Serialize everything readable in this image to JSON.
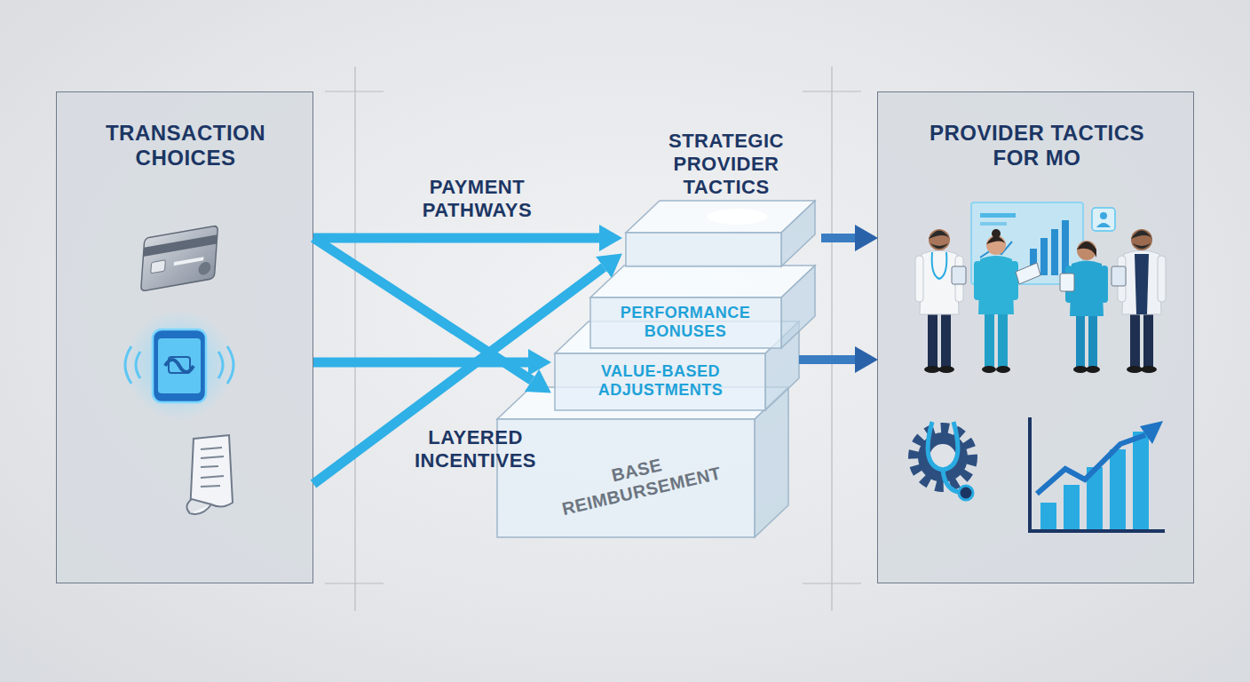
{
  "diagram": {
    "nodes": [
      {
        "text": [
          "TRANSACTION CHOICES"
        ]
      },
      {
        "text": [
          "STRATEGIC PROVIDER TACTICS"
        ]
      },
      {
        "text": [
          "PERFORMANCE BONUSES"
        ]
      },
      {
        "text": [
          "VALUE-BASED ADJUSTMENTS"
        ]
      },
      {
        "text": [
          "BASE REIMBURSEMENT"
        ]
      },
      {
        "text": [
          "PROVIDER TACTICS FOR MO"
        ]
      }
    ],
    "edges": [
      {
        "from": 0,
        "to": 1,
        "arrow": "to"
      },
      {
        "from": 0,
        "to": 3,
        "arrow": "to"
      },
      {
        "from": 0,
        "to": 3,
        "arrow": "to"
      },
      {
        "from": 0,
        "to": 1,
        "arrow": "to"
      },
      {
        "from": 1,
        "to": 5,
        "arrow": "to"
      },
      {
        "from": 3,
        "to": 5,
        "arrow": "to"
      }
    ],
    "labels": [
      "PAYMENT PATHWAYS",
      "LAYERED INCENTIVES"
    ]
  }
}
